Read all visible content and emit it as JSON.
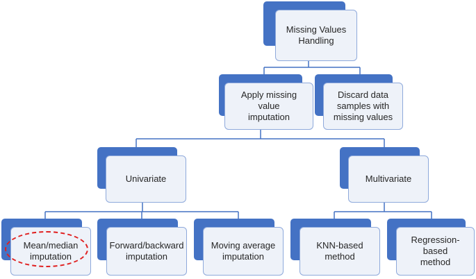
{
  "diagram": {
    "root": {
      "label": "Missing Values\nHandling"
    },
    "level1": {
      "impute": {
        "label": "Apply missing value\nimputation"
      },
      "discard": {
        "label": "Discard data\nsamples with\nmissing values"
      }
    },
    "level2": {
      "univariate": {
        "label": "Univariate"
      },
      "multivariate": {
        "label": "Multivariate"
      }
    },
    "leaves": {
      "mean_median": {
        "label": "Mean/median\nimputation"
      },
      "forward_backward": {
        "label": "Forward/backward\nimputation"
      },
      "moving_average": {
        "label": "Moving average\nimputation"
      },
      "knn": {
        "label": "KNN-based method"
      },
      "regression": {
        "label": "Regression-based\nmethod"
      }
    },
    "colors": {
      "box_shadow": "#4472c4",
      "box_fill": "#eef2f9",
      "box_border": "#8ea9db",
      "connector": "#4472c4",
      "highlight": "#e02020"
    }
  }
}
